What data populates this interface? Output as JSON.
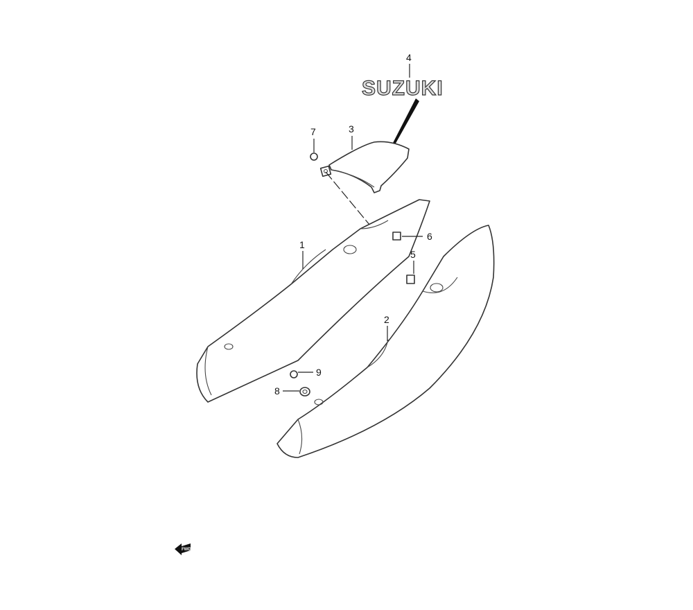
{
  "diagram": {
    "parts": [
      {
        "ref": "1"
      },
      {
        "ref": "2"
      },
      {
        "ref": "3"
      },
      {
        "ref": "4"
      },
      {
        "ref": "5"
      },
      {
        "ref": "6"
      },
      {
        "ref": "7"
      },
      {
        "ref": "8"
      },
      {
        "ref": "9"
      }
    ],
    "emblem_text": "SUZUKI",
    "direction_arrow": "FWD"
  }
}
